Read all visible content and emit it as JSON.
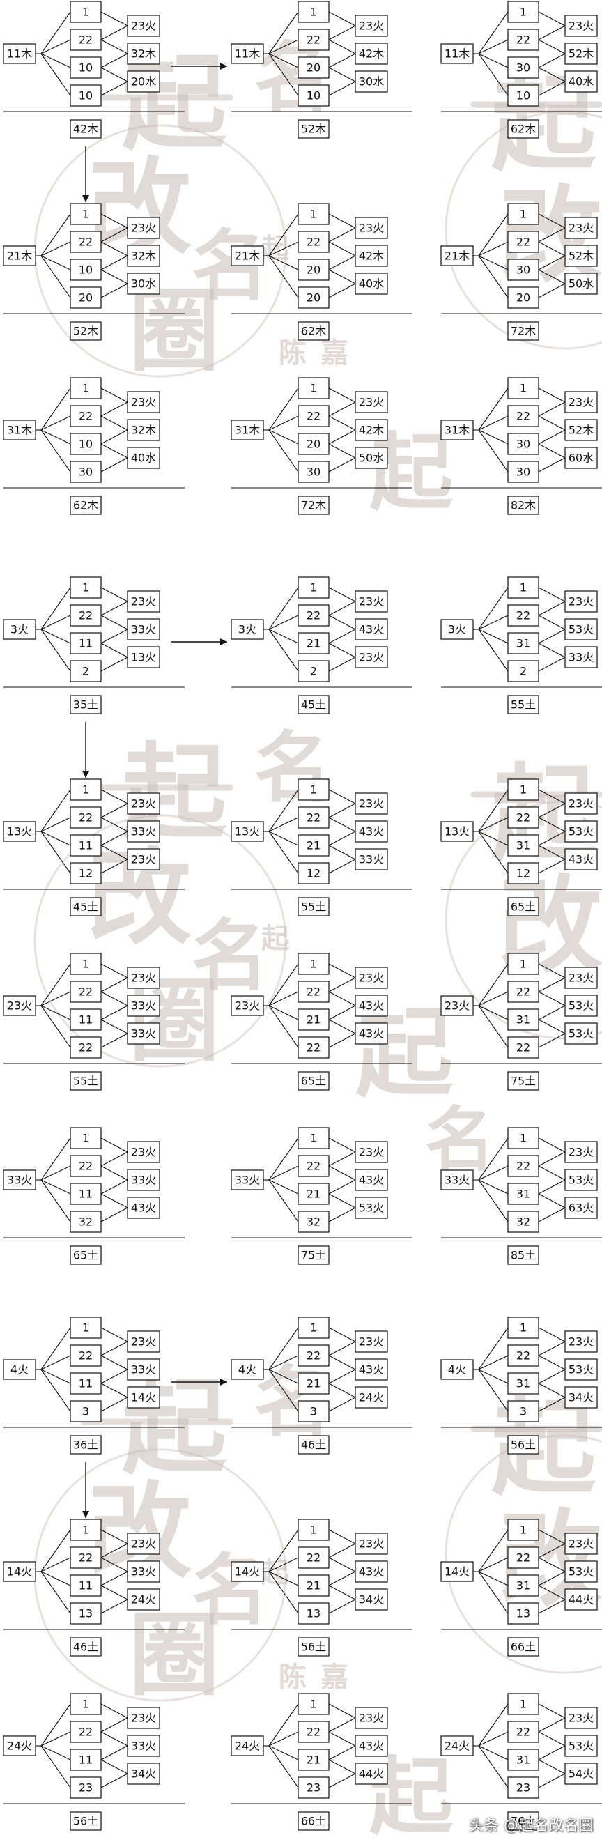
{
  "colors": {
    "ink": "#111111",
    "watermark": "#c9bdb8"
  },
  "watermark_glyphs": [
    "起",
    "名",
    "改",
    "圈",
    "陈",
    "嘉"
  ],
  "credit": "头条 @起名改名圈",
  "sections": [
    {
      "rows": [
        {
          "cells": [
            {
              "root": "11木",
              "mid": [
                "1",
                "22",
                "10",
                "10"
              ],
              "out": [
                "23火",
                "32木",
                "20水"
              ],
              "sum": "42木"
            },
            {
              "root": "11木",
              "mid": [
                "1",
                "22",
                "20",
                "10"
              ],
              "out": [
                "23火",
                "42木",
                "30水"
              ],
              "sum": "52木"
            },
            {
              "root": "11木",
              "mid": [
                "1",
                "22",
                "30",
                "10"
              ],
              "out": [
                "23火",
                "52木",
                "40水"
              ],
              "sum": "62木"
            }
          ]
        },
        {
          "cells": [
            {
              "root": "21木",
              "mid": [
                "1",
                "22",
                "10",
                "20"
              ],
              "out": [
                "23火",
                "32木",
                "30水"
              ],
              "sum": "52木"
            },
            {
              "root": "21木",
              "mid": [
                "1",
                "22",
                "20",
                "20"
              ],
              "out": [
                "23火",
                "42木",
                "40水"
              ],
              "sum": "62木"
            },
            {
              "root": "21木",
              "mid": [
                "1",
                "22",
                "30",
                "20"
              ],
              "out": [
                "23火",
                "52木",
                "50水"
              ],
              "sum": "72木"
            }
          ]
        },
        {
          "cells": [
            {
              "root": "31木",
              "mid": [
                "1",
                "22",
                "10",
                "30"
              ],
              "out": [
                "23火",
                "32木",
                "40水"
              ],
              "sum": "62木"
            },
            {
              "root": "31木",
              "mid": [
                "1",
                "22",
                "20",
                "30"
              ],
              "out": [
                "23火",
                "42木",
                "50水"
              ],
              "sum": "72木"
            },
            {
              "root": "31木",
              "mid": [
                "1",
                "22",
                "30",
                "30"
              ],
              "out": [
                "23火",
                "52木",
                "60水"
              ],
              "sum": "82木"
            }
          ]
        }
      ]
    },
    {
      "rows": [
        {
          "cells": [
            {
              "root": "3火",
              "mid": [
                "1",
                "22",
                "11",
                "2"
              ],
              "out": [
                "23火",
                "33火",
                "13火"
              ],
              "sum": "35土"
            },
            {
              "root": "3火",
              "mid": [
                "1",
                "22",
                "21",
                "2"
              ],
              "out": [
                "23火",
                "43火",
                "23火"
              ],
              "sum": "45土"
            },
            {
              "root": "3火",
              "mid": [
                "1",
                "22",
                "31",
                "2"
              ],
              "out": [
                "23火",
                "53火",
                "33火"
              ],
              "sum": "55土"
            }
          ]
        },
        {
          "cells": [
            {
              "root": "13火",
              "mid": [
                "1",
                "22",
                "11",
                "12"
              ],
              "out": [
                "23火",
                "33火",
                "23火"
              ],
              "sum": "45土"
            },
            {
              "root": "13火",
              "mid": [
                "1",
                "22",
                "21",
                "12"
              ],
              "out": [
                "23火",
                "43火",
                "33火"
              ],
              "sum": "55土"
            },
            {
              "root": "13火",
              "mid": [
                "1",
                "22",
                "31",
                "12"
              ],
              "out": [
                "23火",
                "53火",
                "43火"
              ],
              "sum": "65土"
            }
          ]
        },
        {
          "cells": [
            {
              "root": "23火",
              "mid": [
                "1",
                "22",
                "11",
                "22"
              ],
              "out": [
                "23火",
                "33火",
                "33火"
              ],
              "sum": "55土"
            },
            {
              "root": "23火",
              "mid": [
                "1",
                "22",
                "21",
                "22"
              ],
              "out": [
                "23火",
                "43火",
                "43火"
              ],
              "sum": "65土"
            },
            {
              "root": "23火",
              "mid": [
                "1",
                "22",
                "31",
                "22"
              ],
              "out": [
                "23火",
                "53火",
                "53火"
              ],
              "sum": "75土"
            }
          ]
        },
        {
          "cells": [
            {
              "root": "33火",
              "mid": [
                "1",
                "22",
                "11",
                "32"
              ],
              "out": [
                "23火",
                "33火",
                "43火"
              ],
              "sum": "65土"
            },
            {
              "root": "33火",
              "mid": [
                "1",
                "22",
                "21",
                "32"
              ],
              "out": [
                "23火",
                "43火",
                "53火"
              ],
              "sum": "75土"
            },
            {
              "root": "33火",
              "mid": [
                "1",
                "22",
                "31",
                "32"
              ],
              "out": [
                "23火",
                "53火",
                "63火"
              ],
              "sum": "85土"
            }
          ]
        }
      ]
    },
    {
      "rows": [
        {
          "cells": [
            {
              "root": "4火",
              "mid": [
                "1",
                "22",
                "11",
                "3"
              ],
              "out": [
                "23火",
                "33火",
                "14火"
              ],
              "sum": "36土"
            },
            {
              "root": "4火",
              "mid": [
                "1",
                "22",
                "21",
                "3"
              ],
              "out": [
                "23火",
                "43火",
                "24火"
              ],
              "sum": "46土"
            },
            {
              "root": "4火",
              "mid": [
                "1",
                "22",
                "31",
                "3"
              ],
              "out": [
                "23火",
                "53火",
                "34火"
              ],
              "sum": "56土"
            }
          ]
        },
        {
          "cells": [
            {
              "root": "14火",
              "mid": [
                "1",
                "22",
                "11",
                "13"
              ],
              "out": [
                "23火",
                "33火",
                "24火"
              ],
              "sum": "46土"
            },
            {
              "root": "14火",
              "mid": [
                "1",
                "22",
                "21",
                "13"
              ],
              "out": [
                "23火",
                "43火",
                "34火"
              ],
              "sum": "56土"
            },
            {
              "root": "14火",
              "mid": [
                "1",
                "22",
                "31",
                "13"
              ],
              "out": [
                "23火",
                "53火",
                "44火"
              ],
              "sum": "66土"
            }
          ]
        },
        {
          "cells": [
            {
              "root": "24火",
              "mid": [
                "1",
                "22",
                "11",
                "23"
              ],
              "out": [
                "23火",
                "33火",
                "34火"
              ],
              "sum": "56土"
            },
            {
              "root": "24火",
              "mid": [
                "1",
                "22",
                "21",
                "23"
              ],
              "out": [
                "23火",
                "43火",
                "44火"
              ],
              "sum": "66土"
            },
            {
              "root": "24火",
              "mid": [
                "1",
                "22",
                "31",
                "23"
              ],
              "out": [
                "23火",
                "53火",
                "54火"
              ],
              "sum": "76土"
            }
          ]
        }
      ]
    }
  ]
}
